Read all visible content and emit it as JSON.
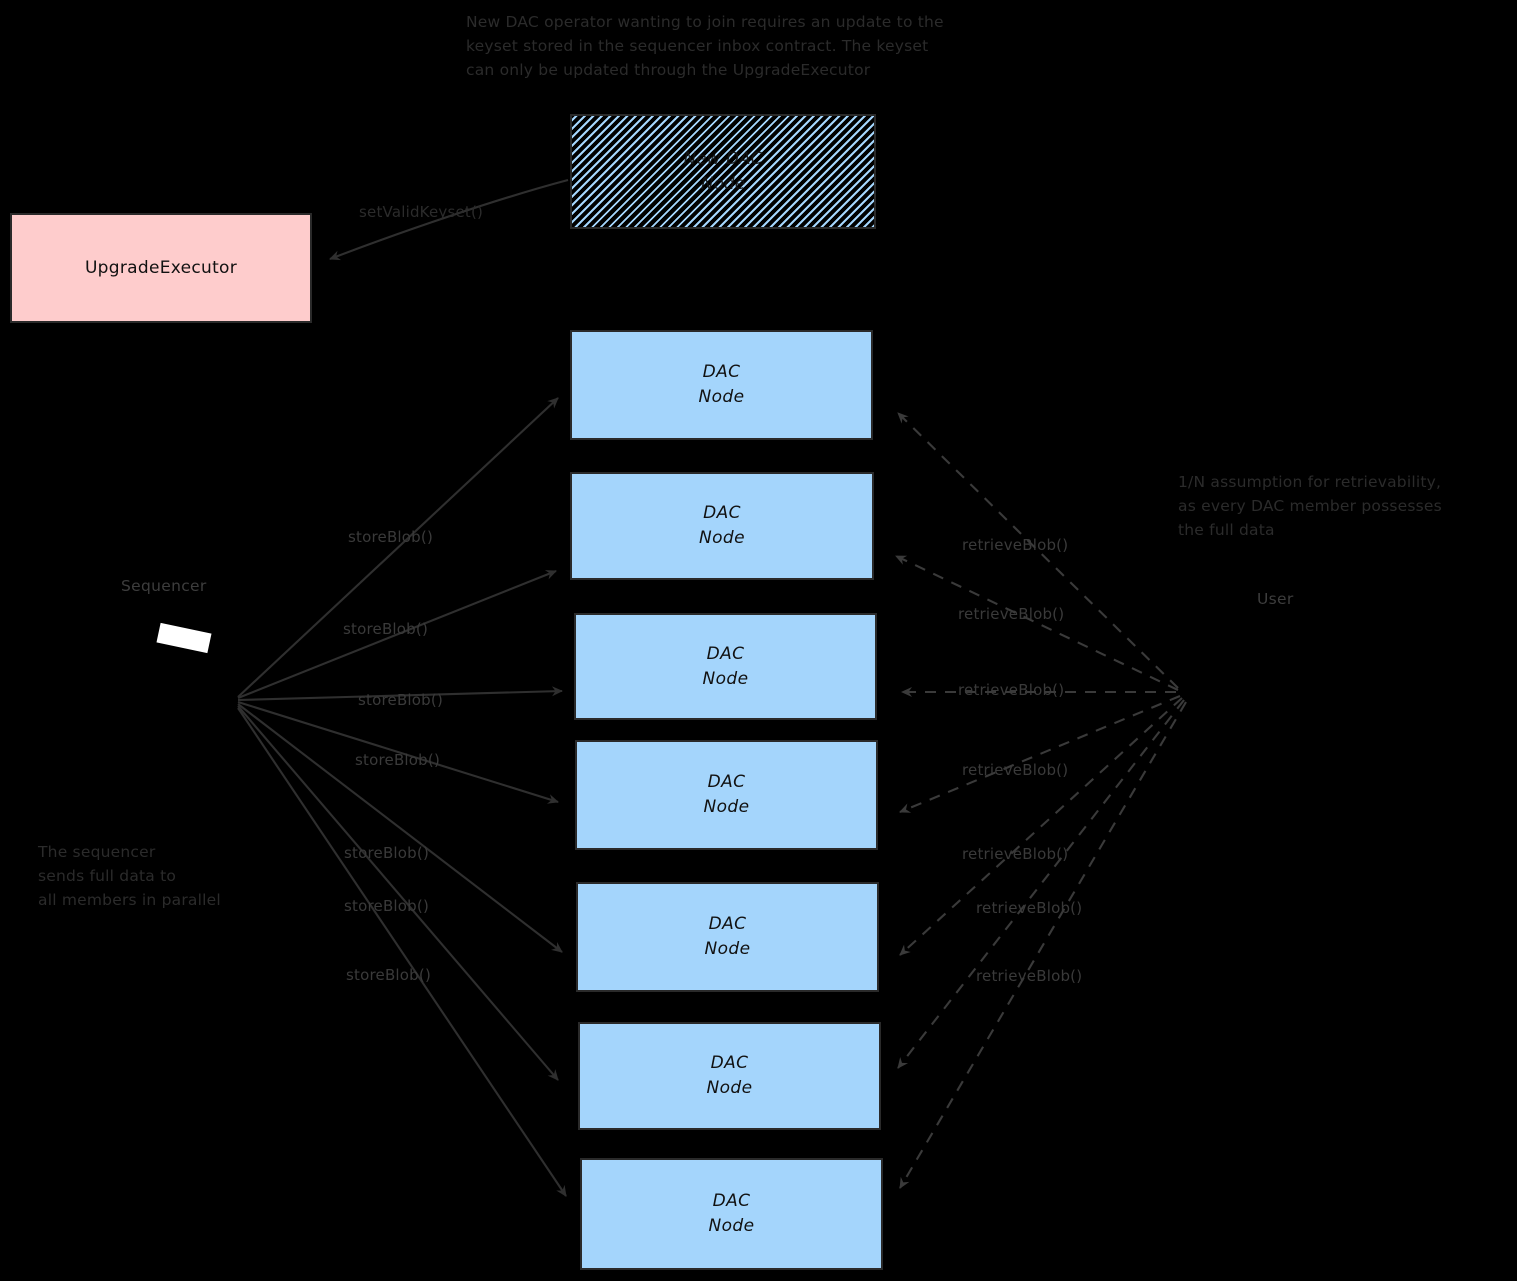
{
  "diagram": {
    "title_note": "New DAC operator wanting to join requires an update to the\nkeyset stored in the sequencer inbox contract. The keyset\ncan only be updated through the UpgradeExecutor",
    "background_color": "#000000",
    "node_fill": "#a4d5fc",
    "executor_fill": "#fecccc",
    "stroke_color": "#2a2a2a"
  },
  "nodes": {
    "new_dac_node": {
      "line1": "New DAC",
      "line2": "Node"
    },
    "upgrade_executor": {
      "label": "UpgradeExecutor"
    },
    "dac_nodes": [
      {
        "line1": "DAC",
        "line2": "Node"
      },
      {
        "line1": "DAC",
        "line2": "Node"
      },
      {
        "line1": "DAC",
        "line2": "Node"
      },
      {
        "line1": "DAC",
        "line2": "Node"
      },
      {
        "line1": "DAC",
        "line2": "Node"
      },
      {
        "line1": "DAC",
        "line2": "Node"
      },
      {
        "line1": "DAC",
        "line2": "Node"
      }
    ]
  },
  "actors": {
    "sequencer": {
      "label": "Sequencer"
    },
    "user": {
      "label": "User"
    }
  },
  "annotations": {
    "sequencer_note": "The sequencer\nsends full data to\nall members in parallel",
    "user_note": "1/N assumption for retrievability,\nas every DAC member possesses\nthe full data"
  },
  "edges": {
    "set_valid_keyset": {
      "label": "setValidKeyset()"
    },
    "store_blob_labels": [
      "storeBlob()",
      "storeBlob()",
      "storeBlob()",
      "storeBlob()",
      "storeBlob()",
      "storeBlob()",
      "storeBlob()"
    ],
    "retrieve_blob_labels": [
      "retrieveBlob()",
      "retrieveBlob()",
      "retrieveBlob()",
      "retrieveBlob()",
      "retrieveBlob()",
      "retrieveBlob()",
      "retrieveBlob()"
    ]
  }
}
